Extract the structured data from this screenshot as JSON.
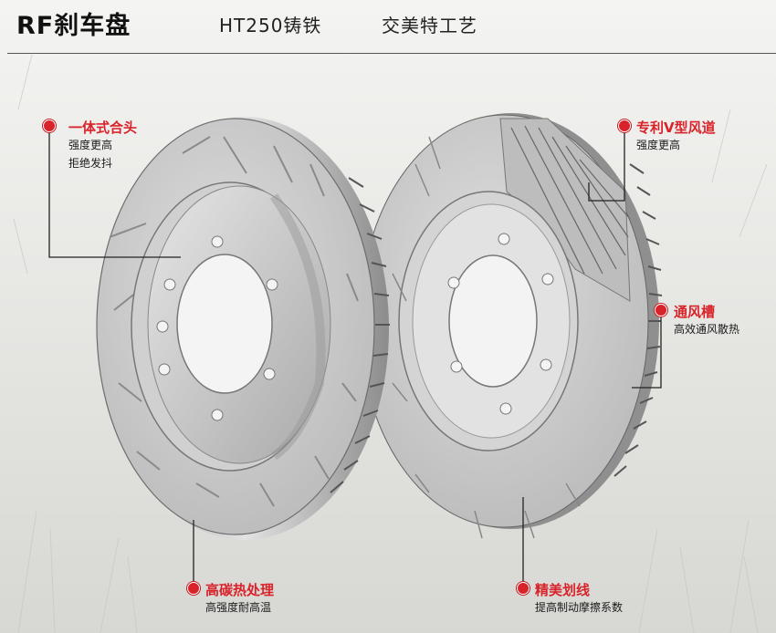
{
  "header": {
    "brand": "RF刹车盘",
    "material": "HT250铸铁",
    "process": "交美特工艺"
  },
  "callouts": [
    {
      "title": "一体式合头",
      "lines": [
        "强度更高",
        "拒绝发抖"
      ]
    },
    {
      "title": "专利V型风道",
      "lines": [
        "强度更高"
      ]
    },
    {
      "title": "通风槽",
      "lines": [
        "高效通风散热"
      ]
    },
    {
      "title": "高碳热处理",
      "lines": [
        "高强度耐高温"
      ]
    },
    {
      "title": "精美划线",
      "lines": [
        "提高制动摩擦系数"
      ]
    }
  ],
  "colors": {
    "accent": "#d9232a",
    "text": "#1a1a1a",
    "disc": "#c9c9c9"
  }
}
